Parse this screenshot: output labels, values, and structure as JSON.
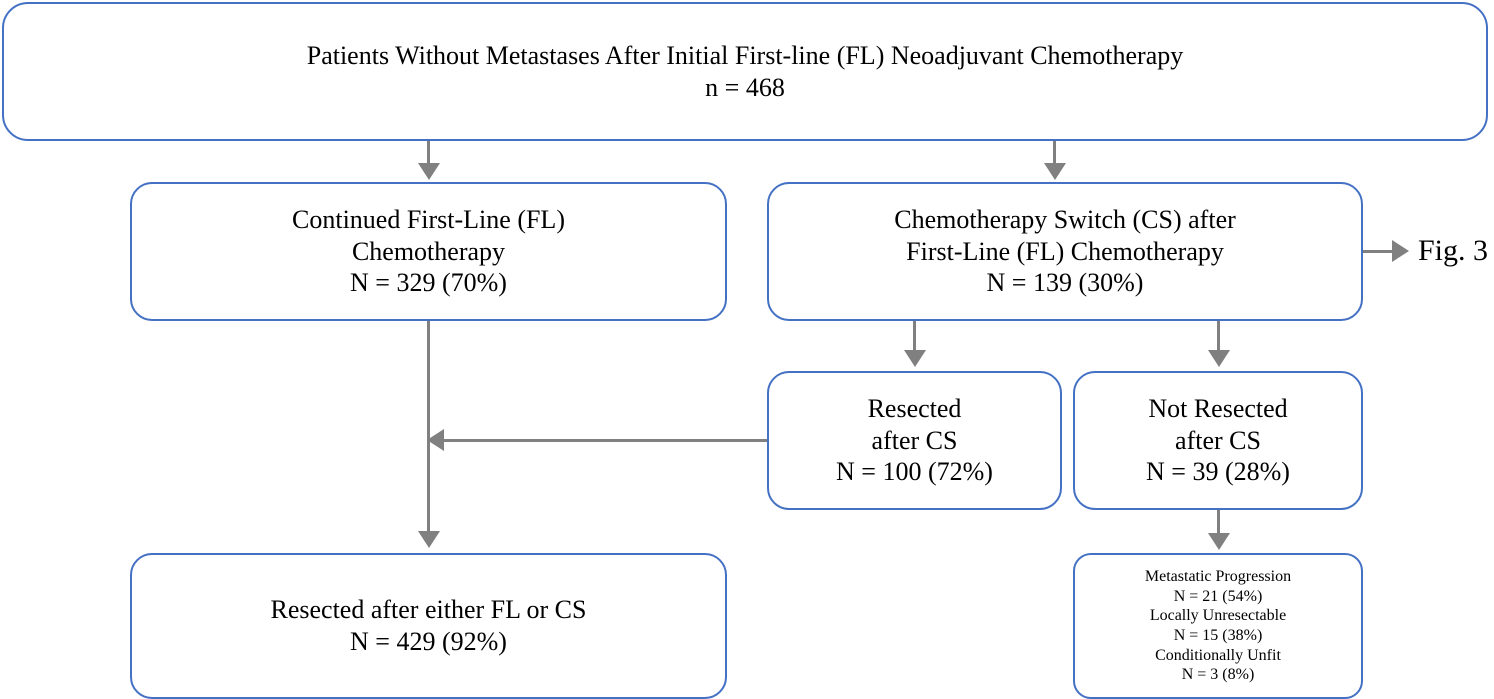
{
  "diagram": {
    "type": "flowchart",
    "title": "Patient flow after first-line neoadjuvant chemotherapy",
    "colors": {
      "node_border": "#4471c4",
      "node_fill": "#ffffff",
      "connector": "#808080",
      "text": "#000000"
    },
    "nodes": [
      {
        "id": "root",
        "lines": [
          "Patients Without Metastases After Initial First-line (FL) Neoadjuvant Chemotherapy",
          "n = 468"
        ],
        "count": 468
      },
      {
        "id": "fl",
        "lines": [
          "Continued First-Line (FL)",
          "Chemotherapy",
          "N = 329 (70%)"
        ],
        "count": 329,
        "percent": "70%"
      },
      {
        "id": "cs",
        "lines": [
          "Chemotherapy Switch (CS) after",
          "First-Line (FL) Chemotherapy",
          "N = 139 (30%)"
        ],
        "count": 139,
        "percent": "30%"
      },
      {
        "id": "resected_cs",
        "lines": [
          "Resected",
          "after CS",
          "N = 100 (72%)"
        ],
        "count": 100,
        "percent": "72%"
      },
      {
        "id": "not_resected_cs",
        "lines": [
          "Not Resected",
          "after CS",
          "N = 39 (28%)"
        ],
        "count": 39,
        "percent": "28%"
      },
      {
        "id": "reasons",
        "lines": [
          "Metastatic Progression",
          "N = 21 (54%)",
          "Locally Unresectable",
          "N = 15 (38%)",
          "Conditionally Unfit",
          "N = 3 (8%)"
        ],
        "items": [
          {
            "label": "Metastatic Progression",
            "value": "N = 21 (54%)",
            "count": 21,
            "percent": "54%"
          },
          {
            "label": "Locally Unresectable",
            "value": "N = 15 (38%)",
            "count": 15,
            "percent": "38%"
          },
          {
            "label": "Conditionally Unfit",
            "value": "N = 3 (8%)",
            "count": 3,
            "percent": "8%"
          }
        ]
      },
      {
        "id": "final",
        "lines": [
          "Resected after either FL or CS",
          "N = 429 (92%)"
        ],
        "count": 429,
        "percent": "92%"
      }
    ],
    "side_labels": [
      {
        "id": "fig3",
        "text": "Fig. 3"
      }
    ]
  }
}
